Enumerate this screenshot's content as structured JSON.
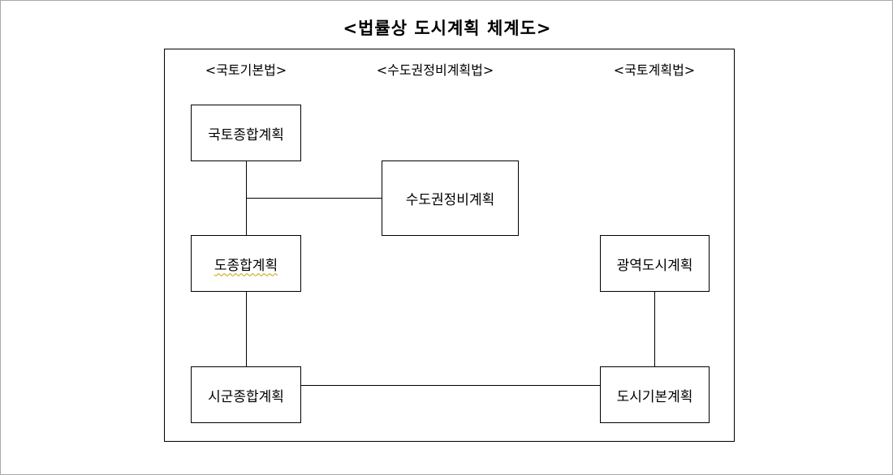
{
  "title": "<법률상 도시계획 체계도>",
  "laws": {
    "left": "<국토기본법>",
    "center": "<수도권정비계획법>",
    "right": "<국토계획법>"
  },
  "nodes": {
    "national_comprehensive_plan": "국토종합계획",
    "capital_region_plan": "수도권정비계획",
    "provincial_comprehensive_plan": "도종합계획",
    "metropolitan_urban_plan": "광역도시계획",
    "city_county_comprehensive_plan": "시군종합계획",
    "urban_master_plan": "도시기본계획"
  },
  "edges": [
    [
      "국토종합계획",
      "도종합계획"
    ],
    [
      "국토종합계획-도종합계획",
      "수도권정비계획"
    ],
    [
      "도종합계획",
      "시군종합계획"
    ],
    [
      "시군종합계획",
      "도시기본계획"
    ],
    [
      "광역도시계획",
      "도시기본계획"
    ]
  ]
}
